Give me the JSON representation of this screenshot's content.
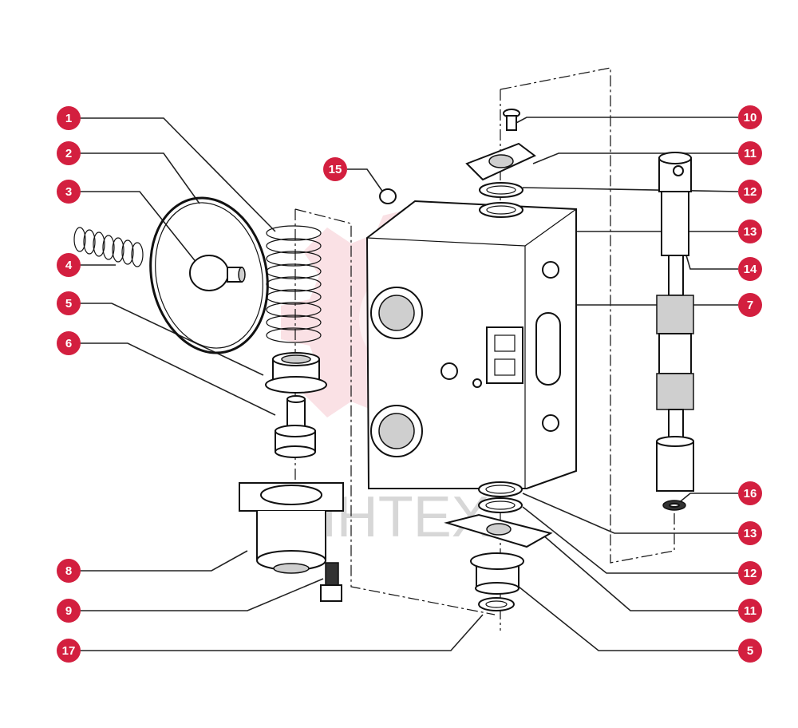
{
  "watermark_text": "ИНТЕХ",
  "callouts": [
    {
      "id": "c1",
      "label": "1"
    },
    {
      "id": "c2",
      "label": "2"
    },
    {
      "id": "c3",
      "label": "3"
    },
    {
      "id": "c4",
      "label": "4"
    },
    {
      "id": "c5a",
      "label": "5"
    },
    {
      "id": "c6",
      "label": "6"
    },
    {
      "id": "c8",
      "label": "8"
    },
    {
      "id": "c9",
      "label": "9"
    },
    {
      "id": "c17",
      "label": "17"
    },
    {
      "id": "c15",
      "label": "15"
    },
    {
      "id": "c10",
      "label": "10"
    },
    {
      "id": "c11a",
      "label": "11"
    },
    {
      "id": "c12a",
      "label": "12"
    },
    {
      "id": "c13a",
      "label": "13"
    },
    {
      "id": "c14",
      "label": "14"
    },
    {
      "id": "c7",
      "label": "7"
    },
    {
      "id": "c16",
      "label": "16"
    },
    {
      "id": "c13b",
      "label": "13"
    },
    {
      "id": "c12b",
      "label": "12"
    },
    {
      "id": "c11b",
      "label": "11"
    },
    {
      "id": "c5b",
      "label": "5"
    }
  ],
  "colors": {
    "callout": "#d31f3f",
    "watermark": "#f5c9cf"
  }
}
